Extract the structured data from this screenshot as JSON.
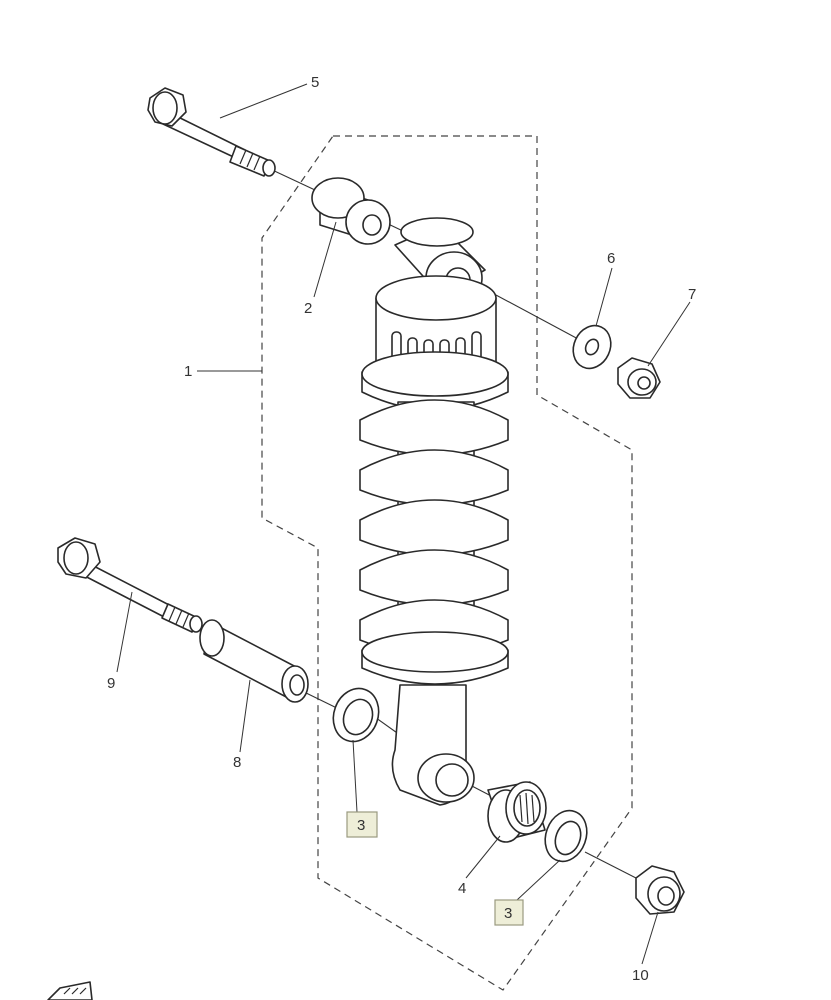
{
  "diagram": {
    "callouts": [
      {
        "id": "1",
        "label": "1"
      },
      {
        "id": "2",
        "label": "2"
      },
      {
        "id": "4",
        "label": "4"
      },
      {
        "id": "5",
        "label": "5"
      },
      {
        "id": "6",
        "label": "6"
      },
      {
        "id": "7",
        "label": "7"
      },
      {
        "id": "8",
        "label": "8"
      },
      {
        "id": "9",
        "label": "9"
      },
      {
        "id": "10",
        "label": "10"
      }
    ],
    "boxed_callouts": [
      {
        "id": "3a",
        "label": "3"
      },
      {
        "id": "3b",
        "label": "3"
      }
    ],
    "colors": {
      "line": "#2a2a2a",
      "box_fill": "#eeeed8",
      "box_stroke": "#9a9a80",
      "background": "#ffffff"
    }
  }
}
